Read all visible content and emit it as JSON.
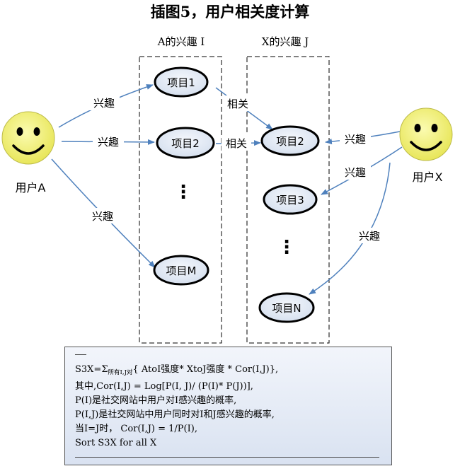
{
  "title": "插图5，用户相关度计算",
  "columns": {
    "a_interest": "A的兴趣 I",
    "x_interest": "X的兴趣 J"
  },
  "users": {
    "user_a": "用户A",
    "user_x": "用户X"
  },
  "items": {
    "a_item1": "项目1",
    "a_item2": "项目2",
    "a_itemM": "项目M",
    "x_item2": "项目2",
    "x_item3": "项目3",
    "x_itemN": "项目N"
  },
  "edge_labels": {
    "interest": "兴趣",
    "related": "相关"
  },
  "ellipsis": "⋮",
  "colors": {
    "face_fill": "#f2f07a",
    "arrow": "#4f81bd",
    "node_border": "#000000"
  },
  "formula": {
    "line1_prefix": "S3X=Σ",
    "line1_sub": "所有I,J对",
    "line1_rest": "{ AtoI强度* XtoJ强度 * Cor(I,J)},",
    "line2": "其中,Cor(I,J) = Log[P(I, J)/ (P(I)* P(J))],",
    "line3": "P(I)是社交网站中用户对I感兴趣的概率,",
    "line4": "P(I,J)是社交网站中用户同时对I和J感兴趣的概率,",
    "line5": "当I=J时， Cor(I,J) = 1/P(I),",
    "line6": "Sort S3X for all X"
  }
}
